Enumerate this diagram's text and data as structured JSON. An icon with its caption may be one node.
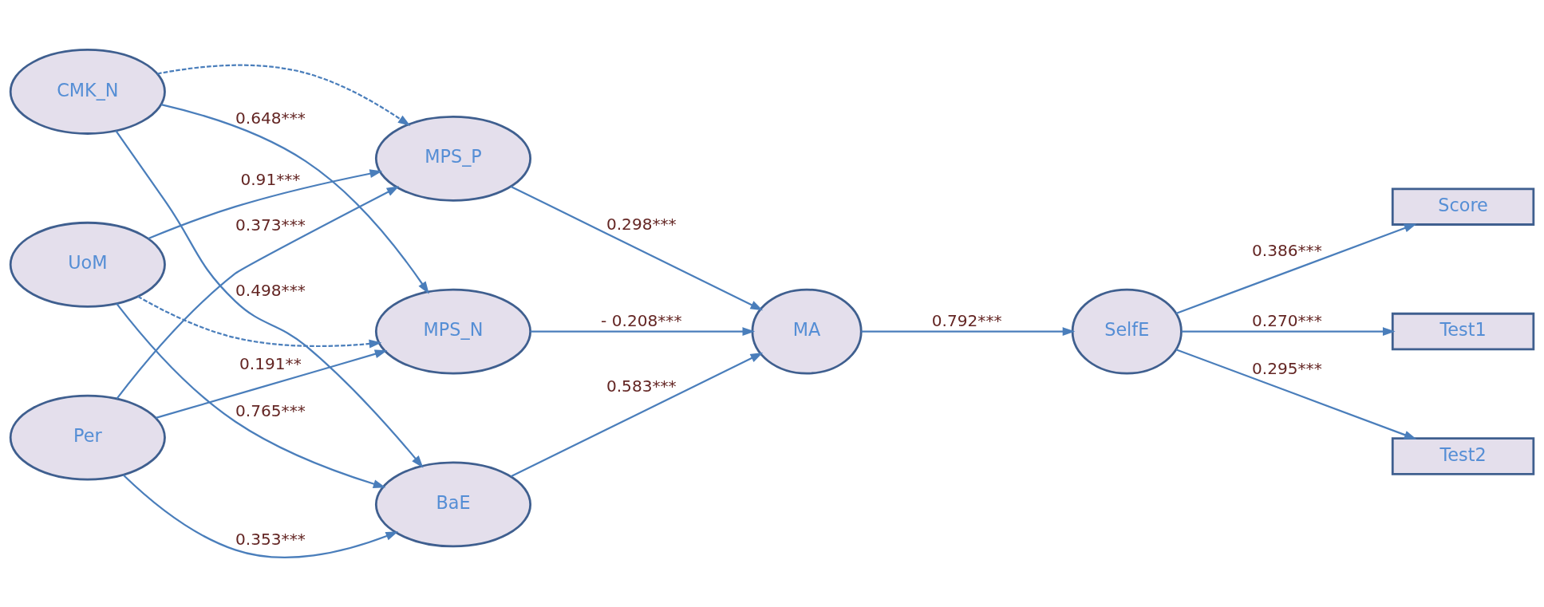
{
  "diagram": {
    "nodes": [
      {
        "text": [
          "CMK_N"
        ]
      },
      {
        "text": [
          "UoM"
        ]
      },
      {
        "text": [
          "Per"
        ]
      },
      {
        "text": [
          "MPS_P"
        ]
      },
      {
        "text": [
          "MPS_N"
        ]
      },
      {
        "text": [
          "BaE"
        ]
      },
      {
        "text": [
          "MA"
        ]
      },
      {
        "text": [
          "SelfE"
        ]
      },
      {
        "text": [
          "Score"
        ]
      },
      {
        "text": [
          "Test1"
        ]
      },
      {
        "text": [
          "Test2"
        ]
      }
    ],
    "edges": [
      {
        "from": 0,
        "to": 3,
        "arrow": "to",
        "style": "dashed"
      },
      {
        "from": 0,
        "to": 4,
        "arrow": "to",
        "label": "0.648***"
      },
      {
        "from": 0,
        "to": 5,
        "arrow": "to",
        "label": "0.498***"
      },
      {
        "from": 1,
        "to": 3,
        "arrow": "to",
        "label": "0.91***"
      },
      {
        "from": 1,
        "to": 4,
        "arrow": "to",
        "style": "dashed"
      },
      {
        "from": 1,
        "to": 5,
        "arrow": "to",
        "label": "0.765***"
      },
      {
        "from": 2,
        "to": 3,
        "arrow": "to",
        "label": "0.373***"
      },
      {
        "from": 2,
        "to": 4,
        "arrow": "to",
        "label": "0.191**"
      },
      {
        "from": 2,
        "to": 5,
        "arrow": "to",
        "label": "0.353***"
      },
      {
        "from": 3,
        "to": 6,
        "arrow": "to",
        "label": "0.298***"
      },
      {
        "from": 4,
        "to": 6,
        "arrow": "to",
        "label": "- 0.208***"
      },
      {
        "from": 5,
        "to": 6,
        "arrow": "to",
        "label": "0.583***"
      },
      {
        "from": 6,
        "to": 7,
        "arrow": "to",
        "label": "0.792***"
      },
      {
        "from": 7,
        "to": 8,
        "arrow": "to",
        "label": "0.386***"
      },
      {
        "from": 7,
        "to": 9,
        "arrow": "to",
        "label": "0.270***"
      },
      {
        "from": 7,
        "to": 10,
        "arrow": "to",
        "label": "0.295***"
      }
    ]
  }
}
